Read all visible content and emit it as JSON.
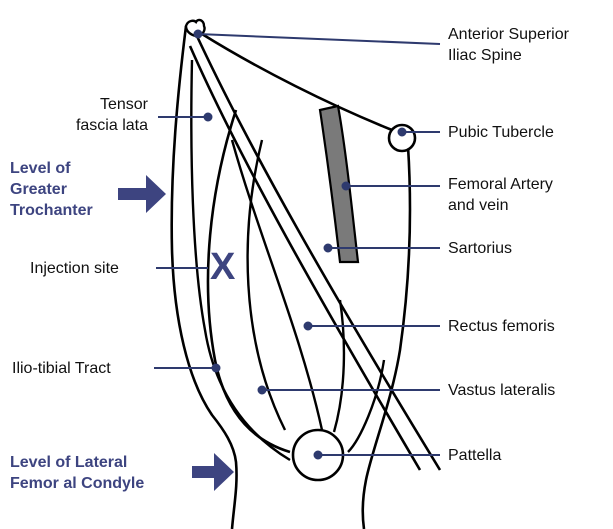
{
  "colors": {
    "leader": "#2e3a6e",
    "accent": "#3d4480",
    "outline": "#000000",
    "artery_fill": "#7a7a7a"
  },
  "labels": {
    "asis": [
      "Anterior Superior",
      "Iliac Spine"
    ],
    "tensor": [
      "Tensor",
      "fascia lata"
    ],
    "pubic": "Pubic Tubercle",
    "femoral": [
      "Femoral Artery",
      "and vein"
    ],
    "sartorius": "Sartorius",
    "injection": "Injection site",
    "rectus": "Rectus femoris",
    "iliotibial": "Ilio-tibial Tract",
    "vastus": "Vastus lateralis",
    "patella": "Pattella"
  },
  "levels": {
    "greater_trochanter": [
      "Level of",
      "Greater",
      "Trochanter"
    ],
    "lateral_condyle": [
      "Level of Lateral",
      "Femor al Condyle"
    ]
  },
  "marker": "X"
}
